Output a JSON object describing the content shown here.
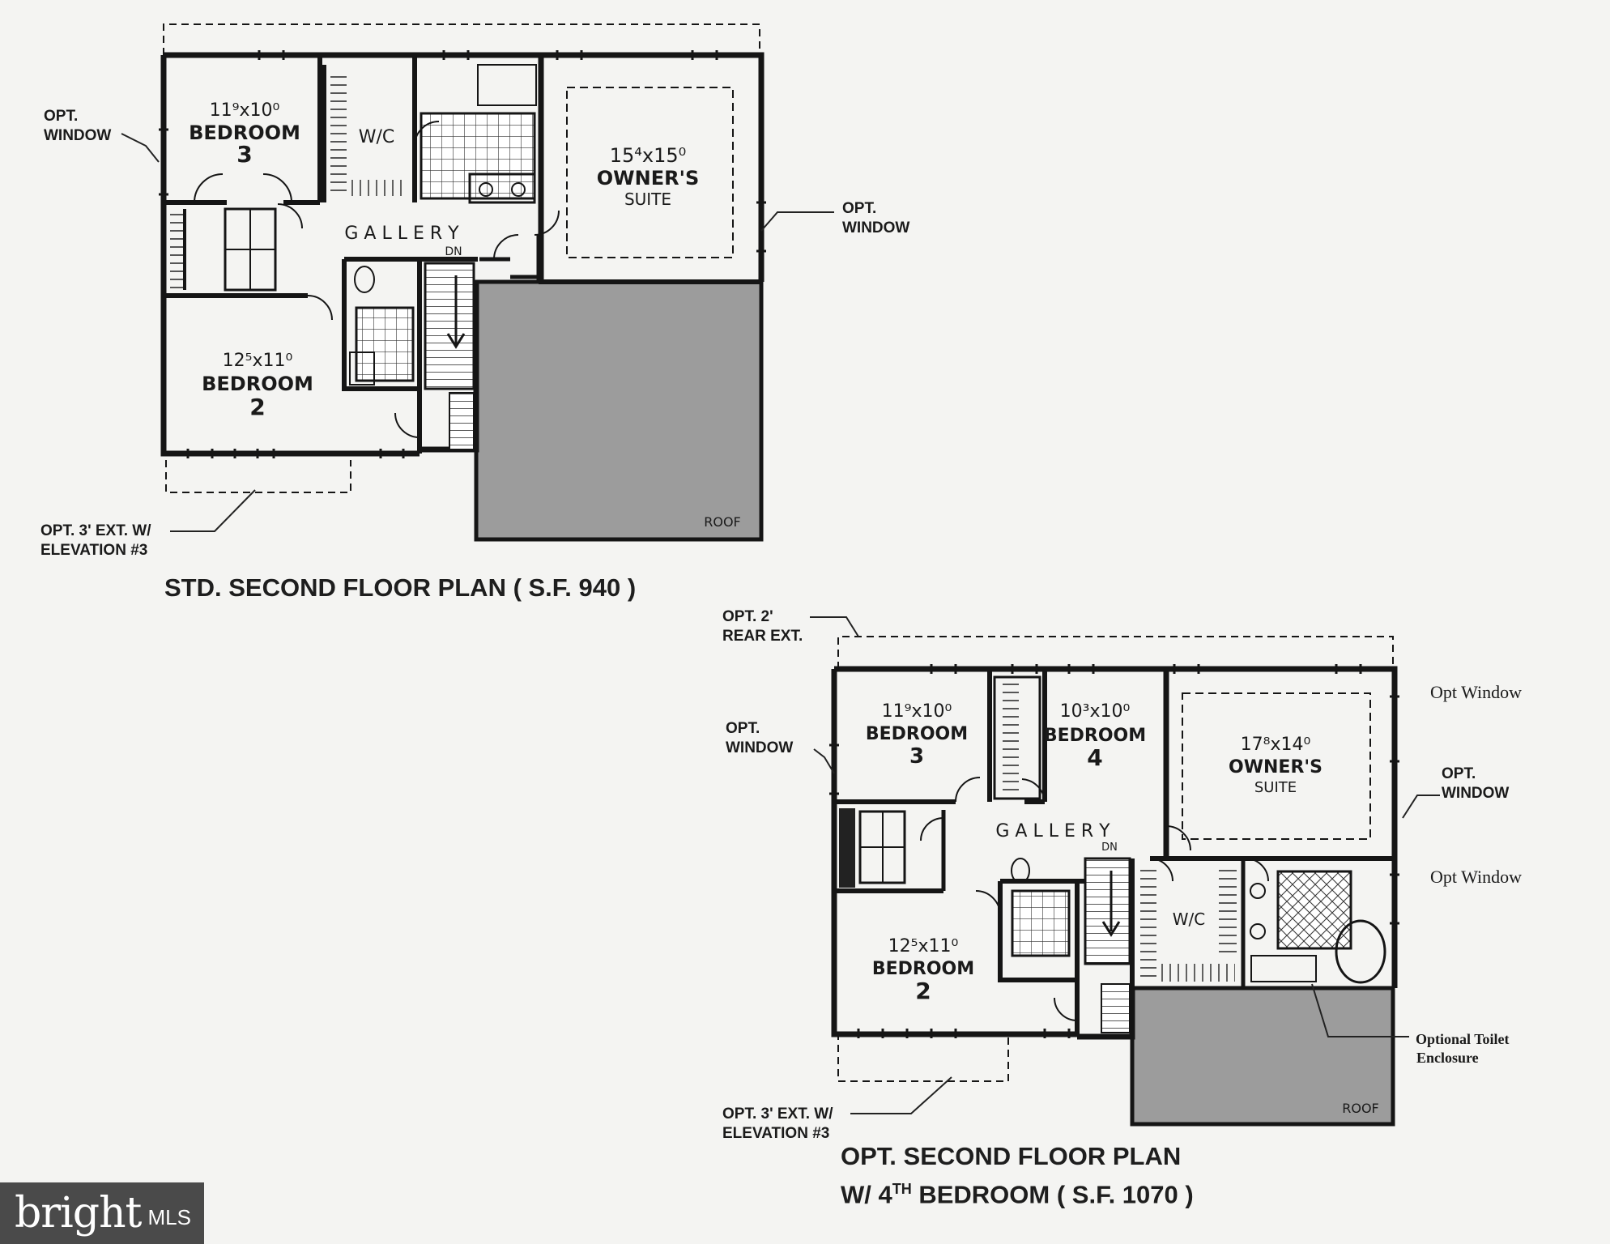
{
  "std_plan": {
    "title": "STD. SECOND FLOOR PLAN ( S.F. 940 )",
    "callouts": {
      "opt_window_left": [
        "OPT.",
        "WINDOW"
      ],
      "opt_window_right": [
        "OPT.",
        "WINDOW"
      ],
      "opt_ext": [
        "OPT. 3' EXT. W/",
        "ELEVATION #3"
      ]
    },
    "rooms": {
      "bedroom3": {
        "size": "11⁹x10⁰",
        "name": "BEDROOM",
        "num": "3"
      },
      "wic": "W/C",
      "owners": {
        "size": "15⁴x15⁰",
        "name": "OWNER'S",
        "sub": "SUITE"
      },
      "gallery": "G A L L E R Y",
      "dn": "DN",
      "bedroom2": {
        "size": "12⁵x11⁰",
        "name": "BEDROOM",
        "num": "2"
      },
      "roof": "ROOF"
    }
  },
  "opt_plan": {
    "title_line1": "OPT. SECOND FLOOR PLAN",
    "title_line2_a": "W/ 4",
    "title_sup": "TH",
    "title_line2_b": " BEDROOM ( S.F. 1070 )",
    "callouts": {
      "rear_ext": [
        "OPT. 2'",
        "REAR EXT."
      ],
      "opt_window_left": [
        "OPT.",
        "WINDOW"
      ],
      "opt_window_right": [
        "OPT.",
        "WINDOW"
      ],
      "opt_window_1": "Opt Window",
      "opt_window_2": "Opt Window",
      "toilet": [
        "Optional Toilet",
        "Enclosure"
      ],
      "opt_ext": [
        "OPT. 3' EXT. W/",
        "ELEVATION #3"
      ]
    },
    "rooms": {
      "bedroom3": {
        "size": "11⁹x10⁰",
        "name": "BEDROOM",
        "num": "3"
      },
      "bedroom4": {
        "size": "10³x10⁰",
        "name": "BEDROOM",
        "num": "4"
      },
      "owners": {
        "size": "17⁸x14⁰",
        "name": "OWNER'S",
        "sub": "SUITE"
      },
      "gallery": "G A L L E R Y",
      "dn": "DN",
      "wic": "W/C",
      "bedroom2": {
        "size": "12⁵x11⁰",
        "name": "BEDROOM",
        "num": "2"
      },
      "roof": "ROOF"
    }
  },
  "logo": {
    "brand": "bright",
    "mls": "MLS"
  }
}
